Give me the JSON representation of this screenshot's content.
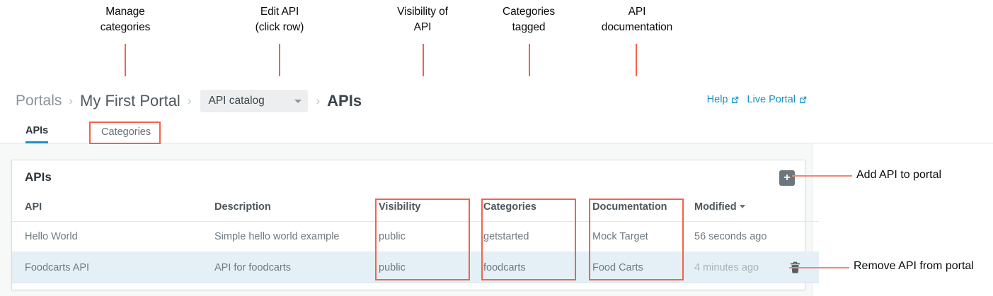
{
  "annotations": {
    "callouts": [
      {
        "id": "manage-categories",
        "text": "Manage\ncategories"
      },
      {
        "id": "edit-api",
        "text": "Edit API\n(click row)"
      },
      {
        "id": "visibility-of-api",
        "text": "Visibility of\nAPI"
      },
      {
        "id": "categories-tagged",
        "text": "Categories\ntagged"
      },
      {
        "id": "api-documentation",
        "text": "API\ndocumentation"
      }
    ],
    "side_callouts": [
      {
        "id": "add-api-to-portal",
        "text": "Add API to portal"
      },
      {
        "id": "remove-api-from-portal",
        "text": "Remove API from portal"
      }
    ],
    "accent_color": "#f4624c"
  },
  "app": {
    "breadcrumb": {
      "root": "Portals",
      "portal": "My First Portal",
      "catalog_select": {
        "value": "API catalog",
        "icon": "chevron-down-icon"
      },
      "current": "APIs",
      "separator": "›"
    },
    "top_links": [
      {
        "label": "Help",
        "icon": "external-link-icon"
      },
      {
        "label": "Live Portal",
        "icon": "external-link-icon"
      }
    ],
    "tabs": [
      {
        "label": "APIs",
        "active": true
      },
      {
        "label": "Categories",
        "active": false
      }
    ],
    "panel": {
      "title": "APIs",
      "add_button": {
        "icon": "plus-icon",
        "label": "+"
      },
      "table": {
        "columns": [
          {
            "key": "api",
            "label": "API",
            "sorted": false
          },
          {
            "key": "description",
            "label": "Description",
            "sorted": false
          },
          {
            "key": "visibility",
            "label": "Visibility",
            "sorted": false
          },
          {
            "key": "categories",
            "label": "Categories",
            "sorted": false
          },
          {
            "key": "documentation",
            "label": "Documentation",
            "sorted": false
          },
          {
            "key": "modified",
            "label": "Modified",
            "sorted": true,
            "sort_icon": "caret-down-icon"
          }
        ],
        "rows": [
          {
            "api": "Hello World",
            "description": "Simple hello world example",
            "visibility": "public",
            "categories": "getstarted",
            "documentation": "Mock Target",
            "modified": "56 seconds ago",
            "highlighted": false,
            "show_delete": false
          },
          {
            "api": "Foodcarts API",
            "description": "API for foodcarts",
            "visibility": "public",
            "categories": "foodcarts",
            "documentation": "Food Carts",
            "modified": "4 minutes ago",
            "highlighted": true,
            "show_delete": true,
            "delete_icon": "trash-icon"
          }
        ]
      }
    },
    "colors": {
      "accent_blue": "#1b90c4",
      "row_highlight": "#e4f0f6",
      "panel_bg": "#f7f9f9"
    }
  }
}
